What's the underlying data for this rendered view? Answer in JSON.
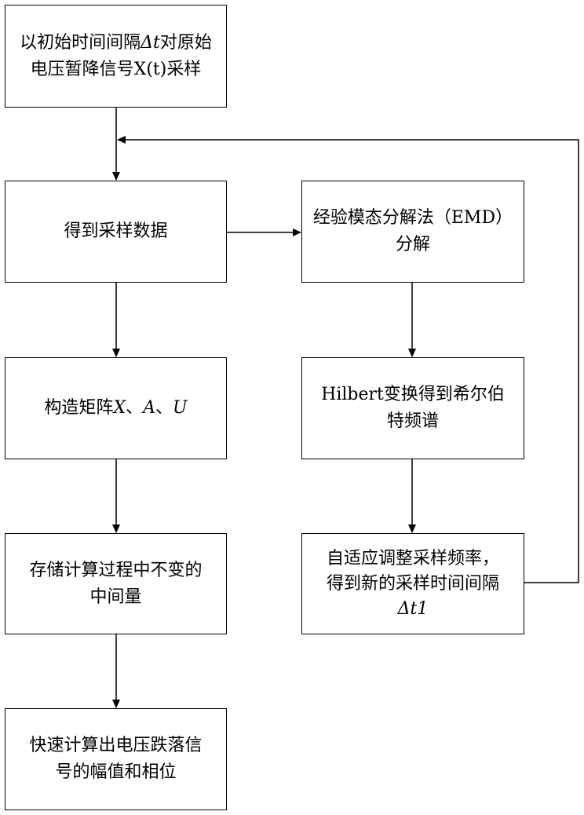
{
  "nodes": {
    "sample_original": {
      "line1_prefix": "以初始时间间隔",
      "line1_delta": "Δt",
      "line1_suffix": "对原始",
      "line2": "电压暂降信号X(t)采样"
    },
    "get_samples": {
      "text": "得到采样数据"
    },
    "build_matrix": {
      "prefix": "构造矩阵",
      "var_x": "X",
      "sep1": "、",
      "var_a": "A",
      "sep2": "、",
      "var_u": "U"
    },
    "store_invariants": {
      "line1": "存储计算过程中不变的",
      "line2": "中间量"
    },
    "fast_compute": {
      "line1": "快速计算出电压跌落信",
      "line2": "号的幅值和相位"
    },
    "emd": {
      "line1": "经验模态分解法（EMD）",
      "line2": "分解"
    },
    "hilbert": {
      "line1": "Hilbert变换得到希尔伯",
      "line2": "特频谱"
    },
    "adapt": {
      "line1": "自适应调整采样频率，",
      "line2": "得到新的采样时间间隔",
      "line3": "Δt1"
    }
  }
}
